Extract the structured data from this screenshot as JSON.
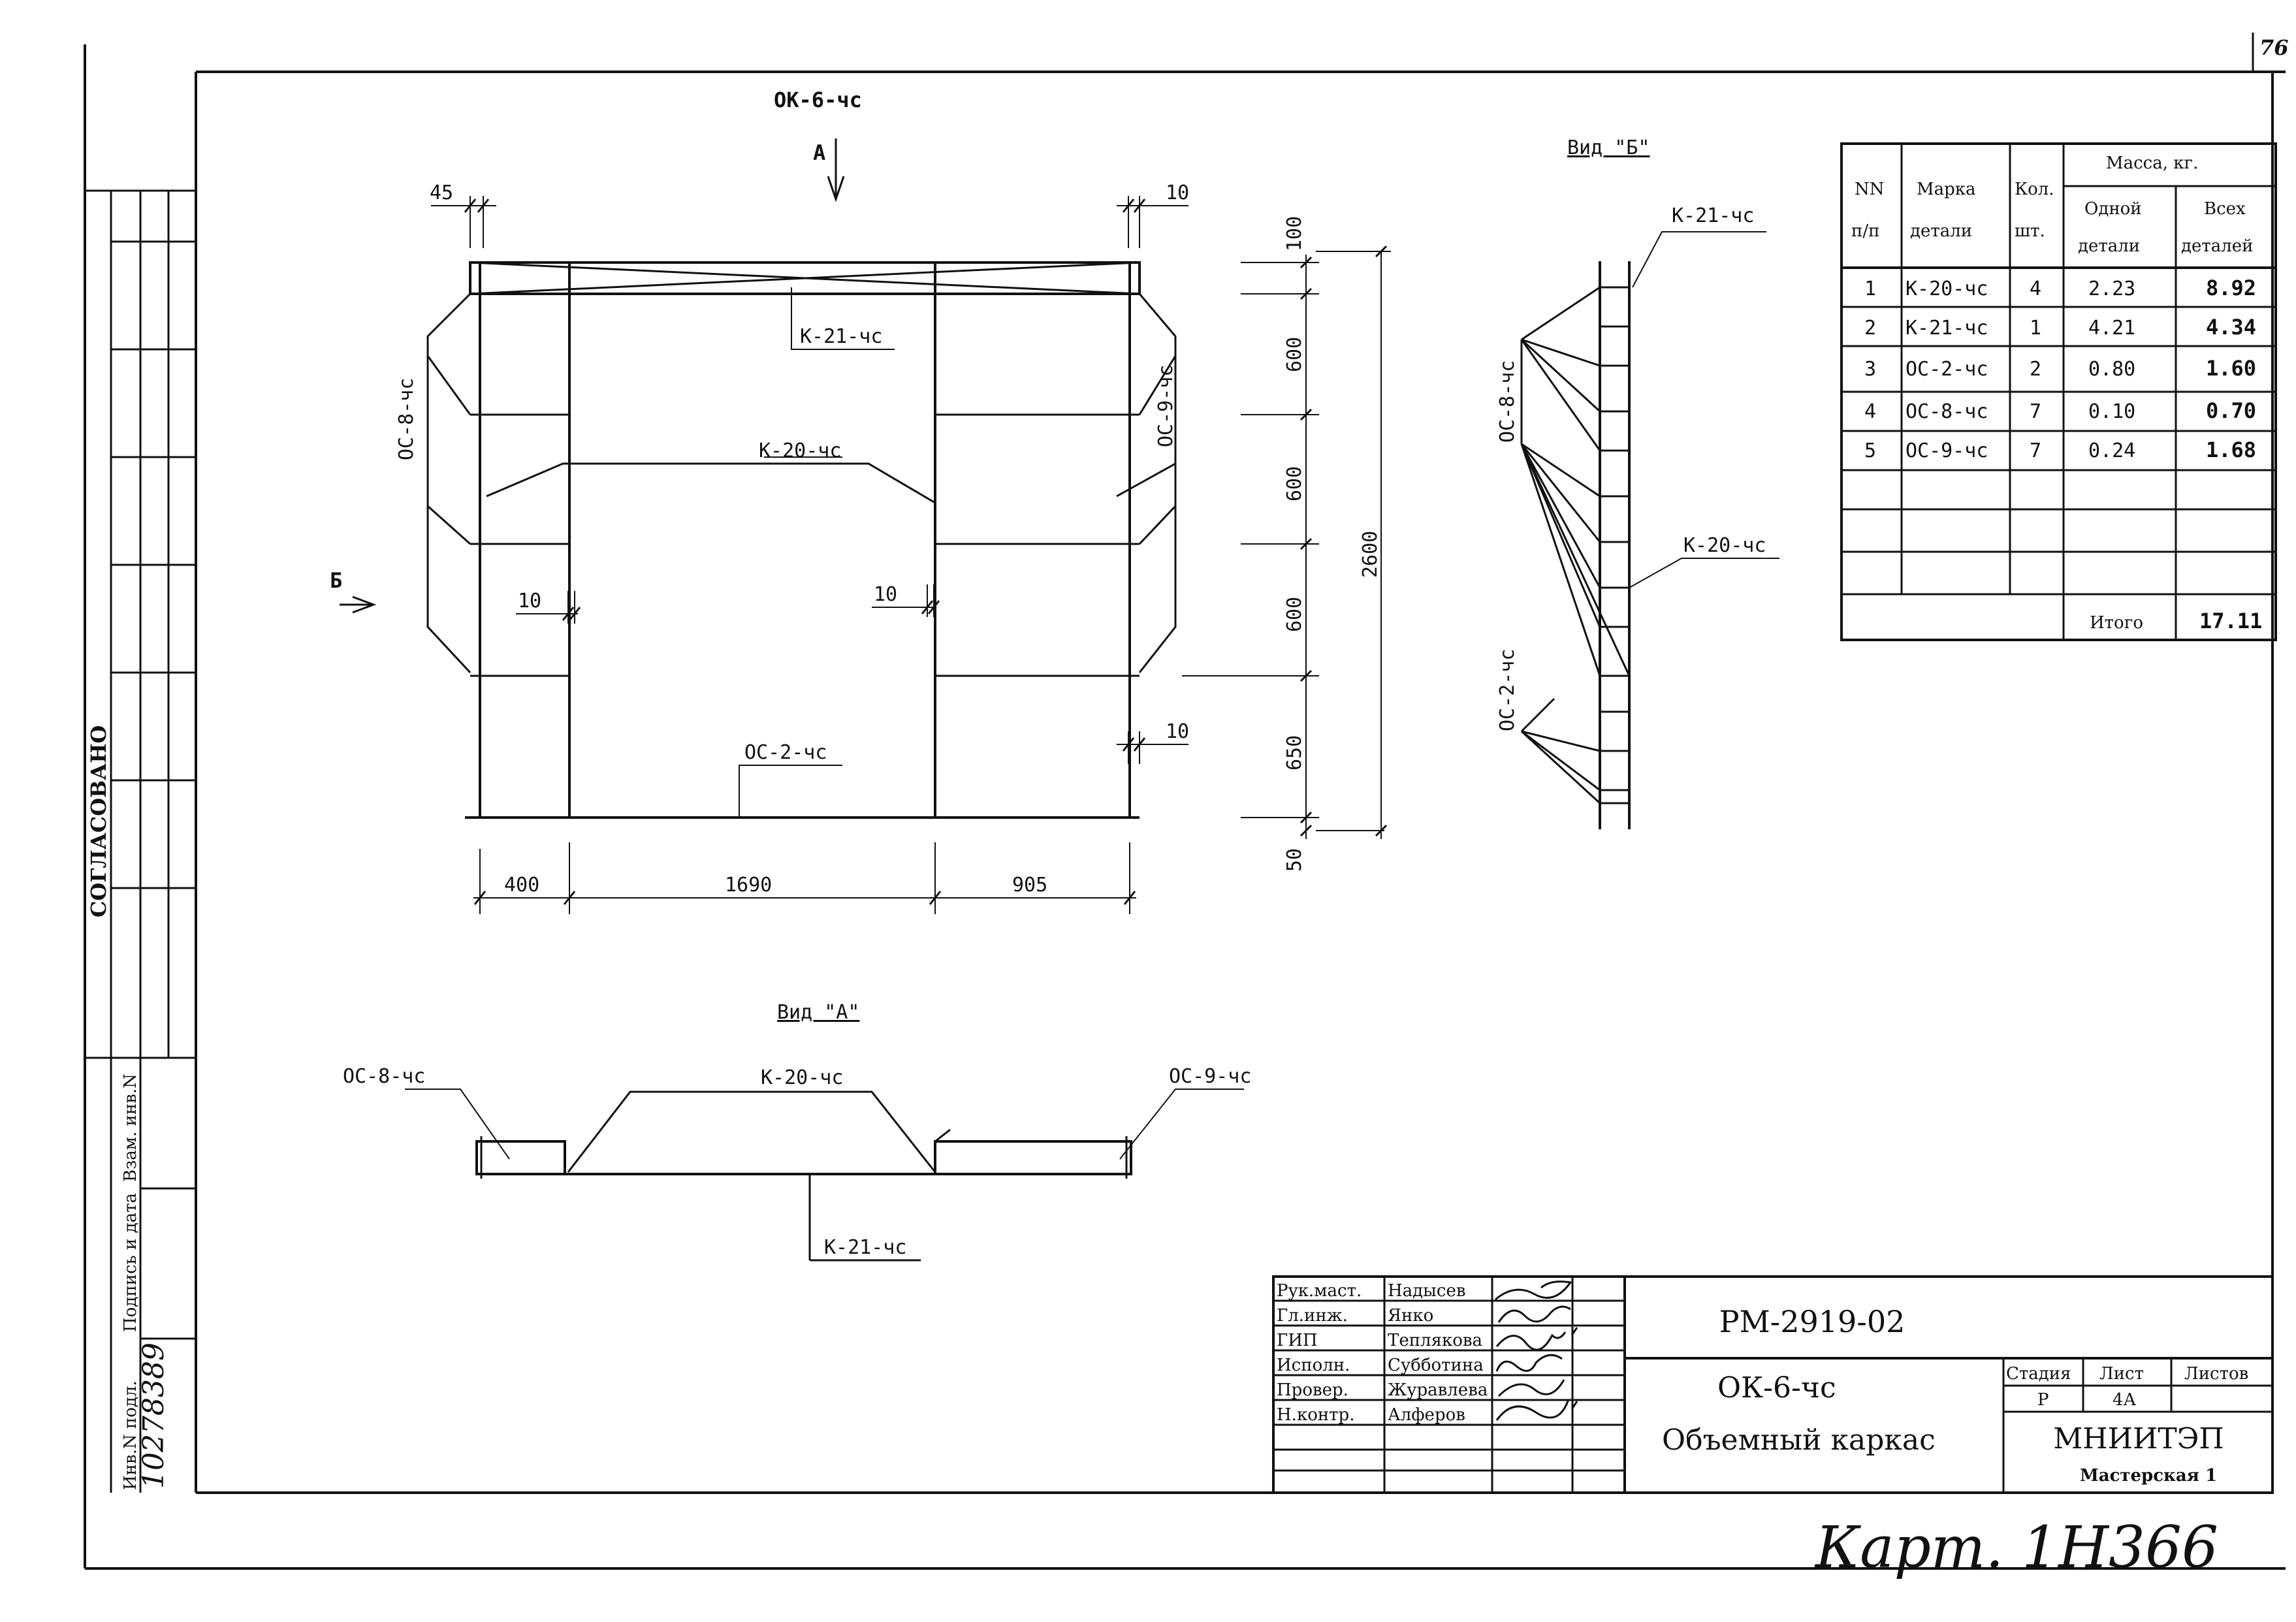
{
  "sheet_number": "76",
  "drawing_title": "ОК-6-чс",
  "view_a": {
    "arrow_label": "А",
    "title": "Вид \"А\"",
    "labels": {
      "os8": "ОС-8-чс",
      "os9": "ОС-9-чс",
      "k20": "К-20-чс",
      "k21": "К-21-чс"
    }
  },
  "view_b": {
    "arrow_label": "Б",
    "title": "Вид \"Б\"",
    "labels": {
      "k21": "К-21-чс",
      "os8": "ОС-8-чс",
      "k20": "К-20-чс",
      "os2": "ОС-2-чс"
    }
  },
  "main_view": {
    "labels": {
      "os8": "ОС-8-чс",
      "os9": "ОС-9-чс",
      "k21": "К-21-чс",
      "k20": "К-20-чс",
      "os2": "ОС-2-чс"
    },
    "dims": {
      "top_left": "45",
      "top_right": "10",
      "mid_left": "10",
      "mid_center": "10",
      "mid_right": "10",
      "bottom": [
        "400",
        "1690",
        "905"
      ],
      "vertical": [
        "100",
        "600",
        "600",
        "600",
        "650",
        "50"
      ],
      "total_height": "2600"
    }
  },
  "spec_table": {
    "headers": {
      "nn": [
        "NN",
        "п/п"
      ],
      "mark": [
        "Марка",
        "детали"
      ],
      "qty": [
        "Кол.",
        "шт."
      ],
      "mass": "Масса, кг.",
      "one": [
        "Одной",
        "детали"
      ],
      "all": [
        "Всех",
        "деталей"
      ]
    },
    "rows": [
      {
        "n": "1",
        "mark": "К-20-чс",
        "qty": "4",
        "one": "2.23",
        "all": "8.92"
      },
      {
        "n": "2",
        "mark": "К-21-чс",
        "qty": "1",
        "one": "4.21",
        "all": "4.34"
      },
      {
        "n": "3",
        "mark": "ОС-2-чс",
        "qty": "2",
        "one": "0.80",
        "all": "1.60"
      },
      {
        "n": "4",
        "mark": "ОС-8-чс",
        "qty": "7",
        "one": "0.10",
        "all": "0.70"
      },
      {
        "n": "5",
        "mark": "ОС-9-чс",
        "qty": "7",
        "one": "0.24",
        "all": "1.68"
      }
    ],
    "total_label": "Итого",
    "total_value": "17.11"
  },
  "left_strip": {
    "agreed": "СОГЛАСОВАНО",
    "col1": "Инв.N подл.",
    "col2": "Подпись и дата",
    "col3": "Взам. инв.N",
    "inventory_number": "10278389"
  },
  "title_block": {
    "roles": [
      {
        "role": "Рук.маст.",
        "name": "Надысев"
      },
      {
        "role": "Гл.инж.",
        "name": "Янко"
      },
      {
        "role": "ГИП",
        "name": "Теплякова"
      },
      {
        "role": "Исполн.",
        "name": "Субботина"
      },
      {
        "role": "Провер.",
        "name": "Журавлева"
      },
      {
        "role": "Н.контр.",
        "name": "Алферов"
      }
    ],
    "code": "РМ-2919-02",
    "name_line1": "ОК-6-чс",
    "name_line2": "Объемный каркас",
    "stage_label": "Стадия",
    "sheet_label": "Лист",
    "sheets_label": "Листов",
    "stage": "Р",
    "sheet": "4А",
    "org": "МНИИТЭП",
    "workshop": "Мастерская 1"
  },
  "handwritten_note": "Карт. 1Н366"
}
